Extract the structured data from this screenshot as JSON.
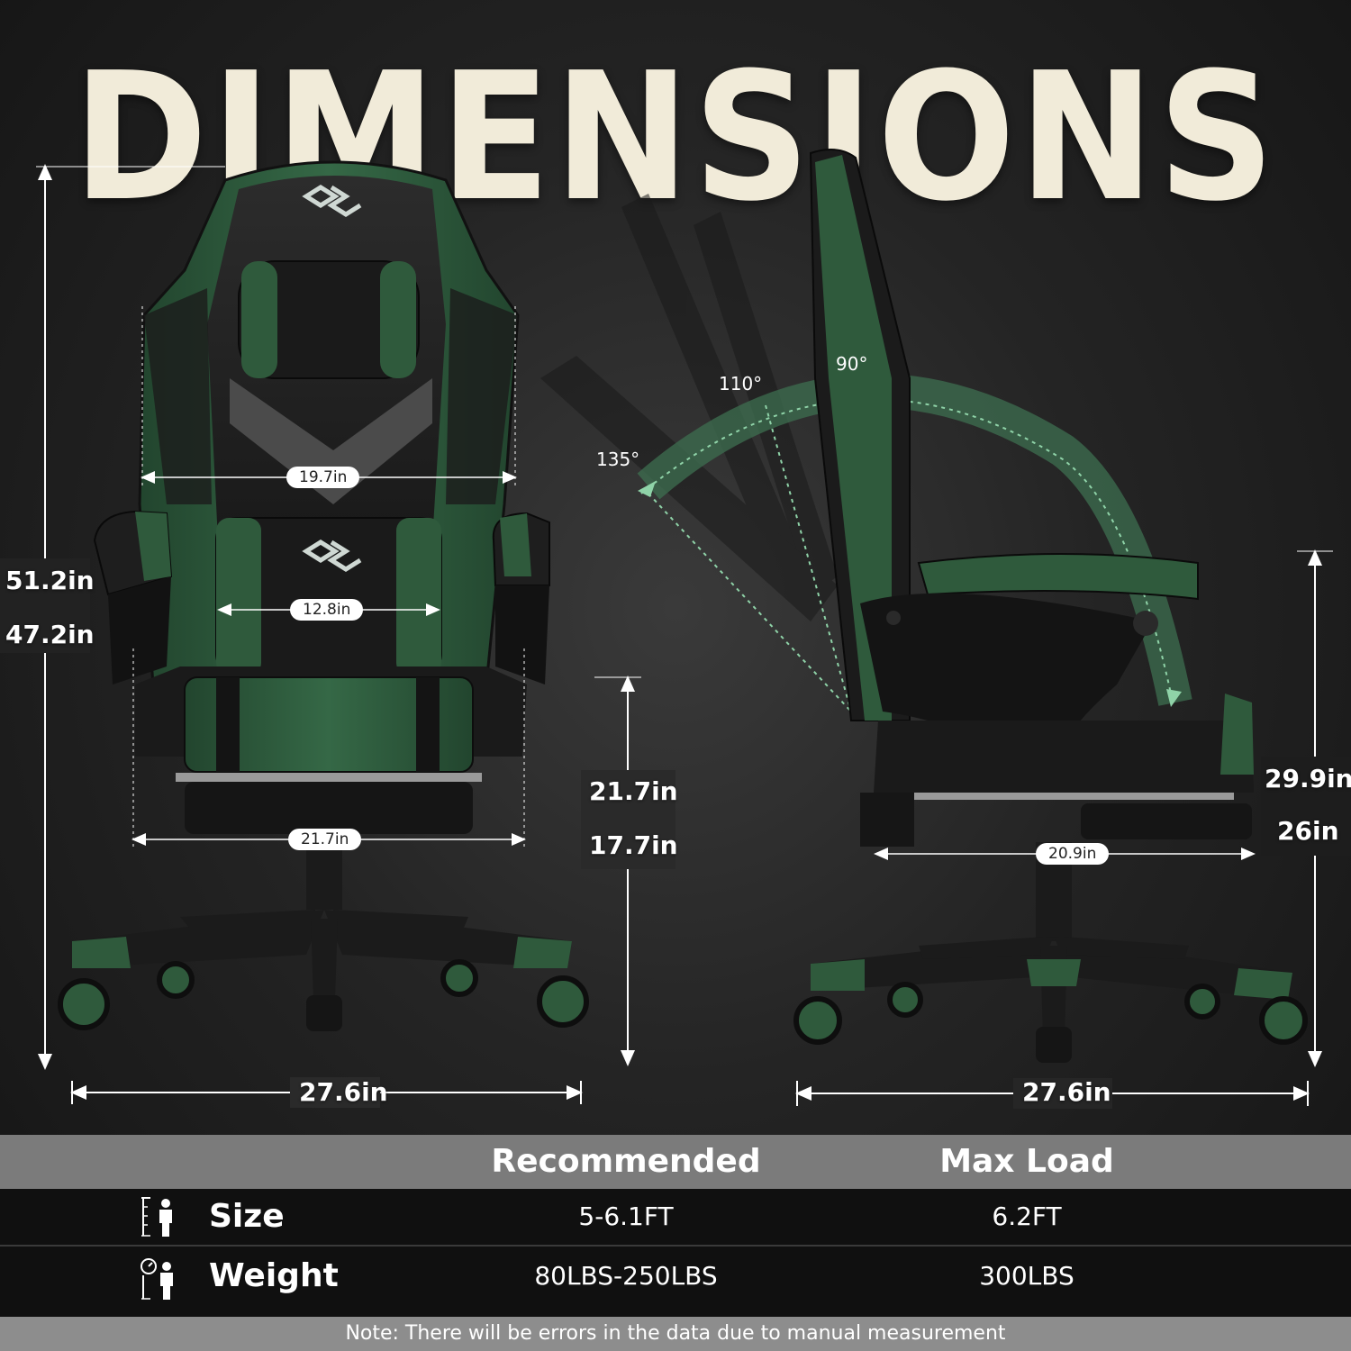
{
  "header": {
    "title": "DIMENSIONS"
  },
  "front_view": {
    "backrest_width": "19.7in",
    "lumbar_width": "12.8in",
    "seat_width": "21.7in",
    "base_width": "27.6in",
    "height_max": "51.2in",
    "height_min": "47.2in",
    "seat_height_max": "21.7in",
    "seat_height_min": "17.7in"
  },
  "side_view": {
    "angles": [
      "90°",
      "110°",
      "135°"
    ],
    "seat_depth": "20.9in",
    "base_width": "27.6in",
    "armrest_height_max": "29.9in",
    "armrest_height_min": "26in"
  },
  "specs": {
    "columns": [
      "Recommended",
      "Max Load"
    ],
    "rows": [
      {
        "label": "Size",
        "recommended": "5-6.1FT",
        "max_load": "6.2FT",
        "icon": "person-height-icon"
      },
      {
        "label": "Weight",
        "recommended": "80LBS-250LBS",
        "max_load": "300LBS",
        "icon": "person-weight-icon"
      }
    ],
    "note": "Note: There will be errors in the data due to manual measurement"
  },
  "logo": {
    "text": ""
  },
  "colors": {
    "chair_green": "#2f5a3c",
    "chair_black": "#1b1b1b",
    "accent_green": "#8fd3a8",
    "title": "#f1ebd9"
  }
}
